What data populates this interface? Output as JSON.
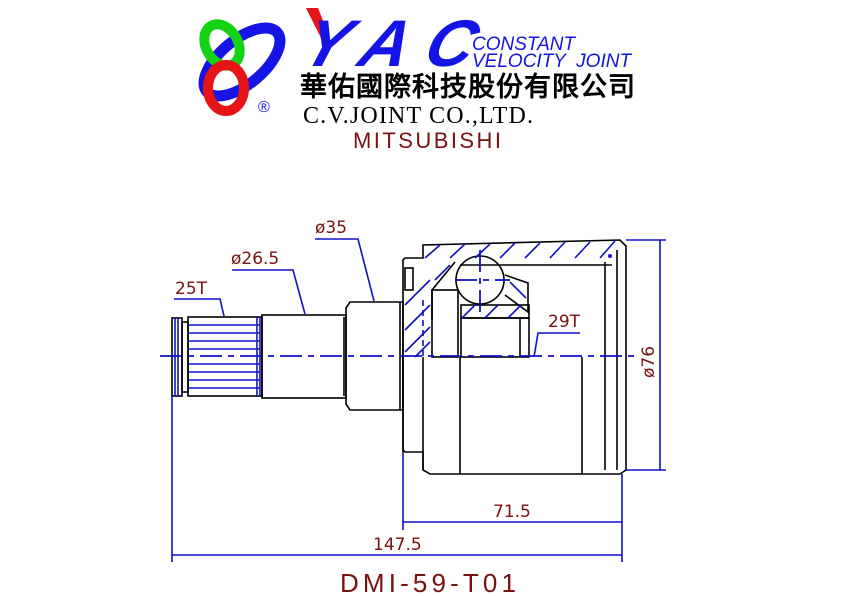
{
  "logo": {
    "brand": "YAC",
    "registered": "®",
    "tagline_line1": "CONSTANT",
    "tagline_line2": "VELOCITY  JOINT",
    "company_chinese": "華佑國際科技股份有限公司",
    "company_english": "C.V.JOINT CO.,LTD.",
    "colors": {
      "blue": "#1414e6",
      "red": "#e61414",
      "green": "#14d214"
    }
  },
  "vehicle_make": "MITSUBISHI",
  "dimensions": {
    "spline_outer": "25T",
    "shaft_diameter": "ø26.5",
    "collar_diameter": "ø35",
    "spline_inner": "29T",
    "housing_diameter": "ø76",
    "housing_length": "71.5",
    "overall_length": "147.5"
  },
  "part_number": "DMI-59-T01"
}
